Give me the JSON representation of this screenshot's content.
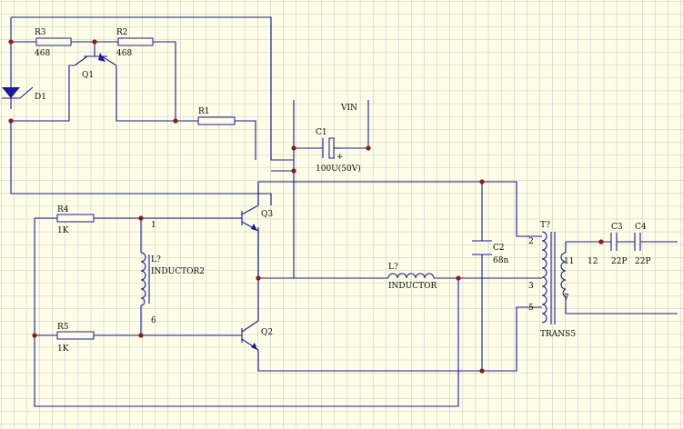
{
  "colors": {
    "background": "#fefee8",
    "grid": "#b4b4b4",
    "wire": "#1a1a99",
    "junction": "#8b1a1a",
    "text": "#0a0a0a"
  },
  "components": {
    "r3": {
      "ref": "R3",
      "value": "468"
    },
    "r2": {
      "ref": "R2",
      "value": "468"
    },
    "r1": {
      "ref": "R1"
    },
    "r4": {
      "ref": "R4",
      "value": "1K"
    },
    "r5": {
      "ref": "R5",
      "value": "1K"
    },
    "q1": {
      "ref": "Q1"
    },
    "q2": {
      "ref": "Q2"
    },
    "q3": {
      "ref": "Q3"
    },
    "d1": {
      "ref": "D1"
    },
    "c1": {
      "ref": "C1",
      "value": "100U(50V)",
      "polarity": "+"
    },
    "c2": {
      "ref": "C2",
      "value": "68n"
    },
    "c3": {
      "ref": "C3",
      "value": "22P"
    },
    "c4": {
      "ref": "C4",
      "value": "22P"
    },
    "l_tank": {
      "ref": "L?",
      "value": "INDUCTOR2",
      "pin_top": "1",
      "pin_bottom": "6"
    },
    "l_choke": {
      "ref": "L?",
      "value": "INDUCTOR"
    },
    "t1": {
      "ref": "T?",
      "value": "TRANS5",
      "pin_2": "2",
      "pin_3": "3",
      "pin_5": "5",
      "pin_11": "11",
      "pin_7": "7",
      "pin_12": "12"
    }
  },
  "labels": {
    "vin": "VIN"
  }
}
